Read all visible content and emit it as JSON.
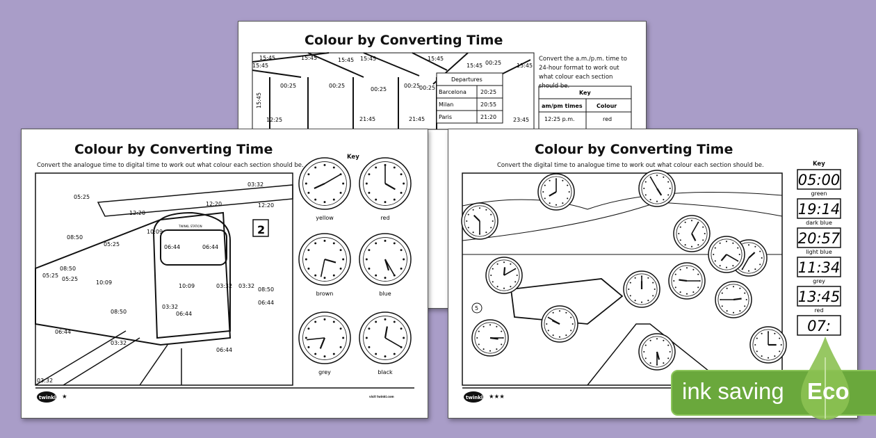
{
  "back_sheet": {
    "title": "Colour by Converting Time",
    "instructions": "Convert the a.m./p.m. time to 24-hour format to work out what colour each section should be.",
    "scene_labels": [
      "15:45",
      "15:45",
      "15:45",
      "15:45",
      "15:45",
      "15:45",
      "15:45",
      "15:45",
      "15:45",
      "00:25",
      "00:25",
      "00:25",
      "00:25",
      "00:25",
      "00:25",
      "12:25",
      "21:45",
      "21:45",
      "23:45"
    ],
    "departures": {
      "header": "Departures",
      "rows": [
        [
          "Barcelona",
          "20:25"
        ],
        [
          "Milan",
          "20:55"
        ],
        [
          "Paris",
          "21:20"
        ]
      ]
    },
    "key": {
      "header": "Key",
      "columns": [
        "am/pm times",
        "Colour"
      ],
      "rows": [
        [
          "12:25 p.m.",
          "red"
        ]
      ]
    }
  },
  "left_sheet": {
    "title": "Colour by Converting Time",
    "instructions": "Convert the analogue time to digital time to work out what colour each section should be.",
    "key_header": "Key",
    "key": [
      {
        "colour": "yellow",
        "h": 8,
        "m": 10
      },
      {
        "colour": "red",
        "h": 4,
        "m": 0
      },
      {
        "colour": "brown",
        "h": 3,
        "m": 32
      },
      {
        "colour": "blue",
        "h": 5,
        "m": 25
      },
      {
        "colour": "grey",
        "h": 6,
        "m": 44
      },
      {
        "colour": "black",
        "h": 12,
        "m": 20
      }
    ],
    "scene_labels": [
      "05:25",
      "03:32",
      "12:20",
      "12:20",
      "12:20",
      "08:50",
      "05:25",
      "06:44",
      "06:44",
      "08:50",
      "10:09",
      "05:25",
      "05:25",
      "10:09",
      "10:09",
      "03:32",
      "03:32",
      "08:50",
      "08:50",
      "06:44",
      "06:44",
      "03:32",
      "03:32",
      "06:44",
      "06:44",
      "03:32"
    ],
    "platform_number": "2",
    "station_sign": "TWINKL STATION",
    "stars": "★",
    "footer": "visit twinkl.com",
    "logo": "twinkl"
  },
  "right_sheet": {
    "title": "Colour by Converting Time",
    "instructions": "Convert the digital time to analogue time to work out what colour each section should be.",
    "key_header": "Key",
    "key": [
      {
        "time": "05:00",
        "colour": "green"
      },
      {
        "time": "19:14",
        "colour": "dark blue"
      },
      {
        "time": "20:57",
        "colour": "light blue"
      },
      {
        "time": "11:34",
        "colour": "grey"
      },
      {
        "time": "13:45",
        "colour": "red"
      },
      {
        "time": "07:",
        "colour": ""
      }
    ],
    "speed_sign": "5",
    "stars": "★★★",
    "logo": "twinkl"
  },
  "badge": {
    "text": "ink saving",
    "eco": "Eco",
    "color": "#6aa83c"
  },
  "colors": {
    "background": "#a99dc8",
    "badge": "#6aa83c"
  }
}
